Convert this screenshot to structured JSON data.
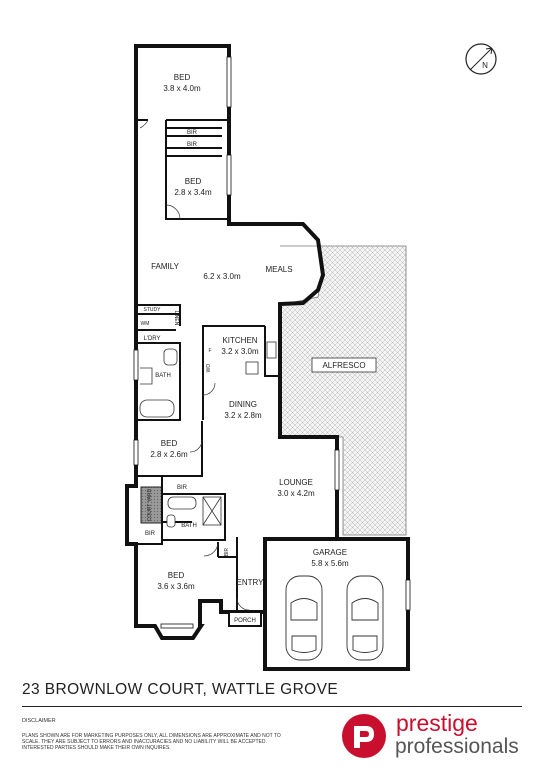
{
  "rooms": {
    "bed1": {
      "name": "BED",
      "size": "3.8 x 4.0m"
    },
    "bir1": "BIR",
    "bir2": "BIR",
    "bed2": {
      "name": "BED",
      "size": "2.8 x 3.4m"
    },
    "family": "FAMILY",
    "family_size": "6.2 x 3.0m",
    "meals": "MEALS",
    "study": "STUDY",
    "linen": "LINEN",
    "wm": "WM",
    "ldry": "L'DRY",
    "kitchen": {
      "name": "KITCHEN",
      "size": "3.2 x 3.0m"
    },
    "wo": "WO",
    "fridge": "F",
    "bath1": "BATH",
    "alfresco": "ALFRESCO",
    "dining": {
      "name": "DINING",
      "size": "3.2 x 2.8m"
    },
    "bed3": {
      "name": "BED",
      "size": "2.8 x 2.6m"
    },
    "lounge": {
      "name": "LOUNGE",
      "size": "3.0 x 4.2m"
    },
    "bir3": "BIR",
    "courtyard": "COURT YARD",
    "bath2": "BATH",
    "bir4": "BIR",
    "bir5": "BIR",
    "garage": {
      "name": "GARAGE",
      "size": "5.8 x 5.6m"
    },
    "bed4": {
      "name": "BED",
      "size": "3.6 x 3.6m"
    },
    "entry": "ENTRY",
    "porch": "PORCH"
  },
  "north": "N",
  "address": "23 BROWNLOW COURT, WATTLE GROVE",
  "disclaimer_title": "DISCLAIMER",
  "disclaimer_text": "Plans shown are for marketing purposes only, all dimensions are approximate and not to scale. They are subject to errors and inaccuracies and no liability will be accepted. Interested parties should make their own inquires.",
  "brand": {
    "line1": "prestige",
    "line2": "professionals",
    "color": "#c8102e"
  }
}
